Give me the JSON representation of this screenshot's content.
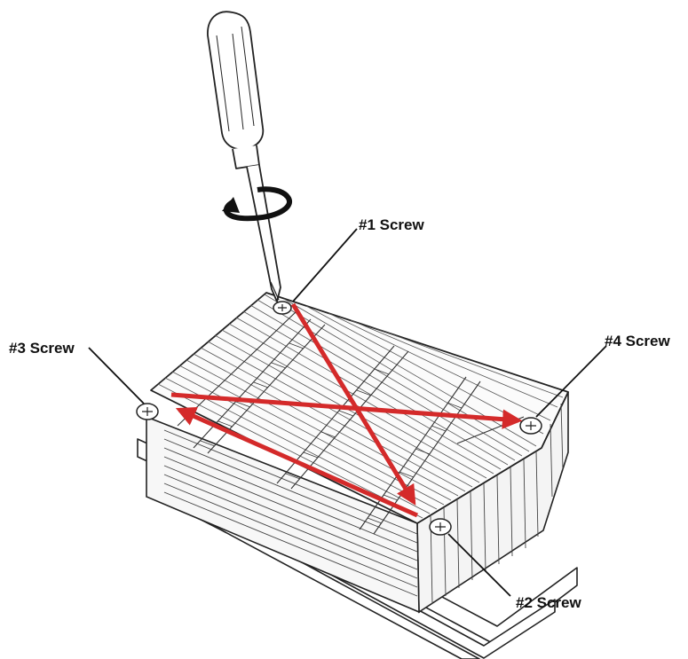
{
  "labels": {
    "screw1": "#1 Screw",
    "screw2": "#2 Screw",
    "screw3": "#3 Screw",
    "screw4": "#4 Screw"
  },
  "colors": {
    "arrow": "#d42a2a",
    "line": "#111111",
    "fill": "#ffffff"
  },
  "icons": [
    "screwdriver-icon",
    "rotation-arrow-icon",
    "screw-head-icon"
  ]
}
